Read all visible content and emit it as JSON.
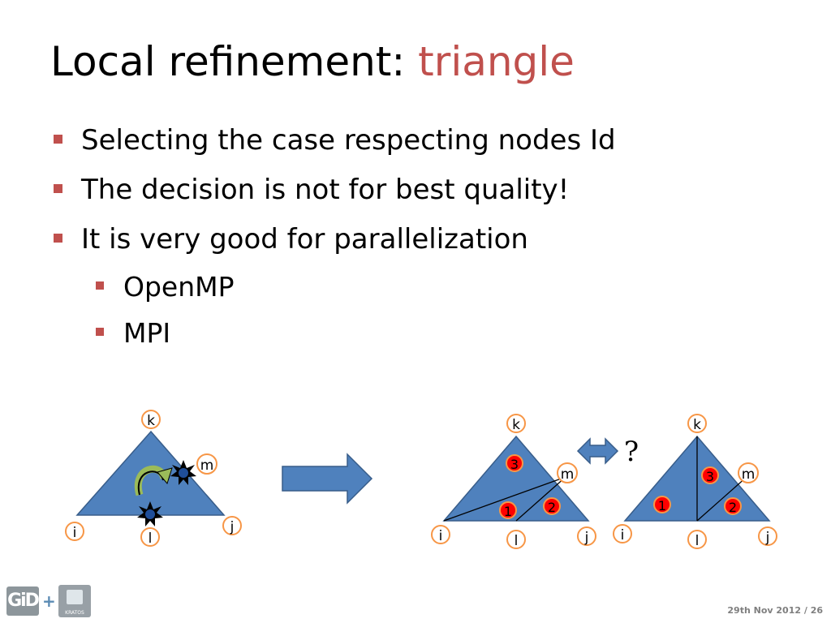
{
  "slide": {
    "title_main": "Local refinement: ",
    "title_accent": "triangle",
    "bullets": [
      "Selecting the case respecting nodes Id",
      "The decision is not for best quality!",
      "It is very good for parallelization"
    ],
    "sub_bullets": [
      "OpenMP",
      "MPI"
    ],
    "footer": "29th Nov 2012 / 26"
  },
  "diagram": {
    "node_labels": {
      "k": "k",
      "m": "m",
      "i": "i",
      "j": "j",
      "l": "l"
    },
    "region_numbers": [
      "1",
      "2",
      "3"
    ],
    "question": "?"
  },
  "logos": {
    "gid": "GiD",
    "plus": "+",
    "kratos": "KRATOS"
  },
  "colors": {
    "accent": "#c0504d",
    "triangle_fill": "#4f81bd",
    "node_border": "#f79646",
    "region_marker": "#ff0000",
    "arrow_fill": "#4f81bd"
  }
}
